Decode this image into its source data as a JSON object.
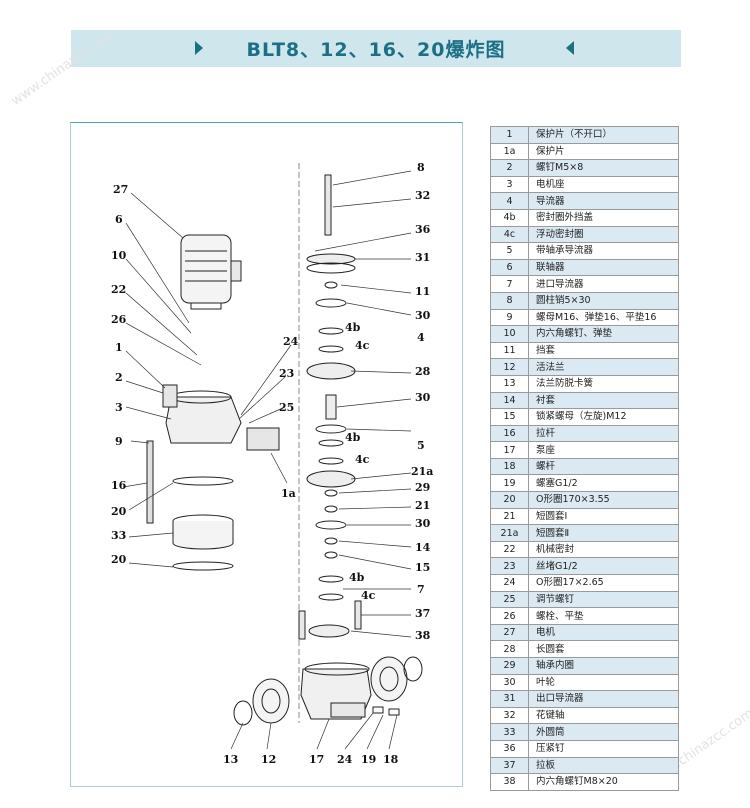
{
  "title": "BLT8、12、16、20爆炸图",
  "watermark": "www.chinazcc.com",
  "colors": {
    "banner_bg": "#cfe6ec",
    "banner_text": "#1b6f86",
    "row_stripe": "#dbe9f2"
  },
  "callouts": [
    {
      "id": "c27",
      "text": "27"
    },
    {
      "id": "c6",
      "text": "6"
    },
    {
      "id": "c10",
      "text": "10"
    },
    {
      "id": "c22",
      "text": "22"
    },
    {
      "id": "c26",
      "text": "26"
    },
    {
      "id": "c1",
      "text": "1"
    },
    {
      "id": "c2",
      "text": "2"
    },
    {
      "id": "c3",
      "text": "3"
    },
    {
      "id": "c9",
      "text": "9"
    },
    {
      "id": "c16",
      "text": "16"
    },
    {
      "id": "c20a",
      "text": "20"
    },
    {
      "id": "c33",
      "text": "33"
    },
    {
      "id": "c20b",
      "text": "20"
    },
    {
      "id": "c24a",
      "text": "24"
    },
    {
      "id": "c23",
      "text": "23"
    },
    {
      "id": "c25",
      "text": "25"
    },
    {
      "id": "c1a",
      "text": "1a"
    },
    {
      "id": "c8",
      "text": "8"
    },
    {
      "id": "c32",
      "text": "32"
    },
    {
      "id": "c36",
      "text": "36"
    },
    {
      "id": "c31",
      "text": "31"
    },
    {
      "id": "c11",
      "text": "11"
    },
    {
      "id": "c30a",
      "text": "30"
    },
    {
      "id": "c4b1",
      "text": "4b"
    },
    {
      "id": "c4",
      "text": "4"
    },
    {
      "id": "c4c1",
      "text": "4c"
    },
    {
      "id": "c28",
      "text": "28"
    },
    {
      "id": "c30b",
      "text": "30"
    },
    {
      "id": "c4b2",
      "text": "4b"
    },
    {
      "id": "c5",
      "text": "5"
    },
    {
      "id": "c4c2",
      "text": "4c"
    },
    {
      "id": "c21a",
      "text": "21a"
    },
    {
      "id": "c29",
      "text": "29"
    },
    {
      "id": "c21",
      "text": "21"
    },
    {
      "id": "c30c",
      "text": "30"
    },
    {
      "id": "c14",
      "text": "14"
    },
    {
      "id": "c15",
      "text": "15"
    },
    {
      "id": "c4b3",
      "text": "4b"
    },
    {
      "id": "c7",
      "text": "7"
    },
    {
      "id": "c4c3",
      "text": "4c"
    },
    {
      "id": "c37",
      "text": "37"
    },
    {
      "id": "c38",
      "text": "38"
    },
    {
      "id": "c13",
      "text": "13"
    },
    {
      "id": "c12",
      "text": "12"
    },
    {
      "id": "c17",
      "text": "17"
    },
    {
      "id": "c24b",
      "text": "24"
    },
    {
      "id": "c19",
      "text": "19"
    },
    {
      "id": "c18",
      "text": "18"
    }
  ],
  "parts": [
    {
      "no": "1",
      "name": "保护片（不开口）"
    },
    {
      "no": "1a",
      "name": "保护片"
    },
    {
      "no": "2",
      "name": "螺钉M5×8"
    },
    {
      "no": "3",
      "name": "电机座"
    },
    {
      "no": "4",
      "name": "导流器"
    },
    {
      "no": "4b",
      "name": "密封圈外挡盖"
    },
    {
      "no": "4c",
      "name": "浮动密封圈"
    },
    {
      "no": "5",
      "name": "带轴承导流器"
    },
    {
      "no": "6",
      "name": "联轴器"
    },
    {
      "no": "7",
      "name": "进口导流器"
    },
    {
      "no": "8",
      "name": "圆柱销5×30"
    },
    {
      "no": "9",
      "name": "螺母M16、弹垫16、平垫16"
    },
    {
      "no": "10",
      "name": "内六角螺钉、弹垫"
    },
    {
      "no": "11",
      "name": "挡套"
    },
    {
      "no": "12",
      "name": "活法兰"
    },
    {
      "no": "13",
      "name": "法兰防脱卡簧"
    },
    {
      "no": "14",
      "name": "衬套"
    },
    {
      "no": "15",
      "name": "锁紧螺母（左旋)M12"
    },
    {
      "no": "16",
      "name": "拉杆"
    },
    {
      "no": "17",
      "name": "泵座"
    },
    {
      "no": "18",
      "name": "螺杆"
    },
    {
      "no": "19",
      "name": "螺塞G1/2"
    },
    {
      "no": "20",
      "name": "O形圈170×3.55"
    },
    {
      "no": "21",
      "name": "短圆套Ⅰ"
    },
    {
      "no": "21a",
      "name": "短圆套Ⅱ"
    },
    {
      "no": "22",
      "name": "机械密封"
    },
    {
      "no": "23",
      "name": "丝堵G1/2"
    },
    {
      "no": "24",
      "name": "O形圈17×2.65"
    },
    {
      "no": "25",
      "name": "调节螺钉"
    },
    {
      "no": "26",
      "name": "螺栓、平垫"
    },
    {
      "no": "27",
      "name": "电机"
    },
    {
      "no": "28",
      "name": "长圆套"
    },
    {
      "no": "29",
      "name": "轴承内圈"
    },
    {
      "no": "30",
      "name": "叶轮"
    },
    {
      "no": "31",
      "name": "出口导流器"
    },
    {
      "no": "32",
      "name": "花键轴"
    },
    {
      "no": "33",
      "name": "外圆筒"
    },
    {
      "no": "36",
      "name": "压紧钉"
    },
    {
      "no": "37",
      "name": "拉板"
    },
    {
      "no": "38",
      "name": "内六角螺钉M8×20"
    }
  ]
}
